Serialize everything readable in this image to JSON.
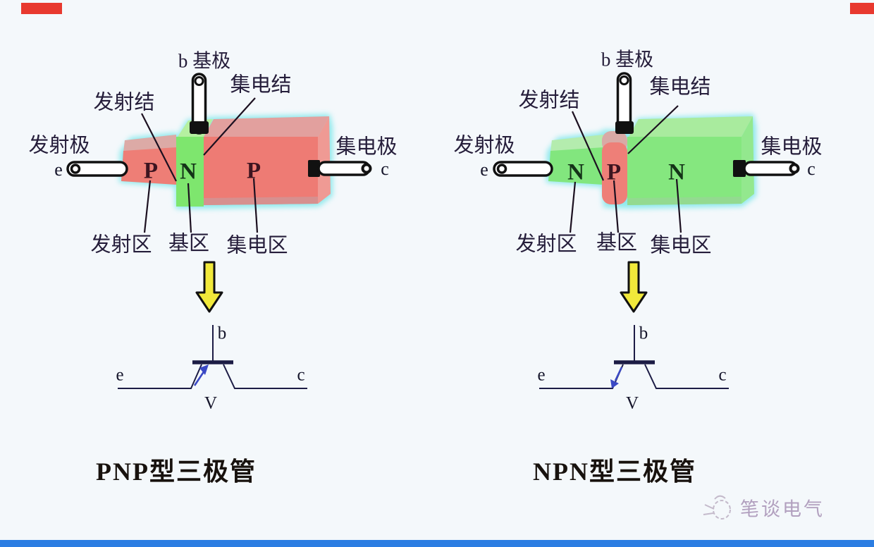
{
  "page": {
    "background": "#f4f8fb",
    "accents": {
      "top_corner_bars_red": "#e8392f",
      "bottom_bar_blue": "#2b7de2",
      "arrow_yellow": "#f1e93a",
      "glow_cyan": "#8ee9ec",
      "p_region_pink": "#ee7b74",
      "n_region_green": "#80e672",
      "symbol_line": "#1c1c45",
      "symbol_arrow_blue": "#3b49c5"
    }
  },
  "pnp": {
    "title": "PNP型三极管",
    "base_terminal": "b 基极",
    "collector_junction": "集电结",
    "emitter_junction": "发射结",
    "emitter_terminal": "发射极",
    "emitter_pin": "e",
    "collector_terminal": "集电极",
    "collector_pin": "c",
    "regions": {
      "emitter_letter": "P",
      "base_letter": "N",
      "collector_letter": "P"
    },
    "region_names": {
      "emitter": "发射区",
      "base": "基区",
      "collector": "集电区"
    },
    "symbol": {
      "base": "b",
      "emitter": "e",
      "collector": "c",
      "designator": "V"
    }
  },
  "npn": {
    "title": "NPN型三极管",
    "base_terminal": "b 基极",
    "collector_junction": "集电结",
    "emitter_junction": "发射结",
    "emitter_terminal": "发射极",
    "emitter_pin": "e",
    "collector_terminal": "集电极",
    "collector_pin": "c",
    "regions": {
      "emitter_letter": "N",
      "base_letter": "P",
      "collector_letter": "N"
    },
    "region_names": {
      "emitter": "发射区",
      "base": "基区",
      "collector": "集电区"
    },
    "symbol": {
      "base": "b",
      "emitter": "e",
      "collector": "c",
      "designator": "V"
    }
  },
  "watermark": {
    "text": "笔谈电气"
  }
}
